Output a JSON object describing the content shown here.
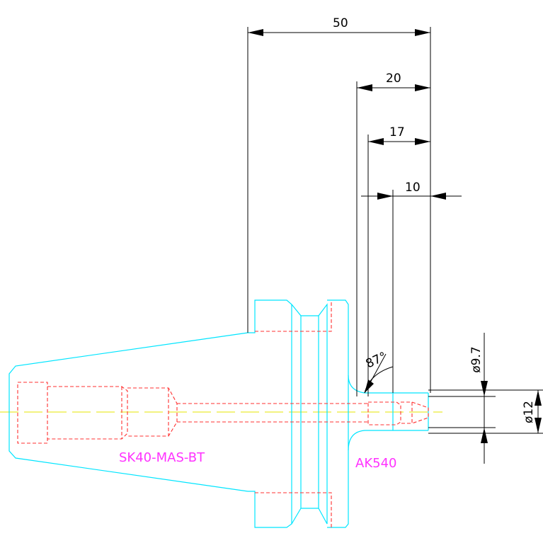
{
  "dimensions": {
    "d50": "50",
    "d20": "20",
    "d17": "17",
    "d10": "10",
    "angle": "87°",
    "dia97": "ø9.7",
    "dia12": "ø12"
  },
  "labels": {
    "holder": "SK40-MAS-BT",
    "collet": "AK540"
  },
  "colors": {
    "outline": "#00e5ff",
    "hidden": "#ff3030",
    "centerline": "#e6e600",
    "label": "#ff33ff",
    "dimension": "#000000"
  }
}
